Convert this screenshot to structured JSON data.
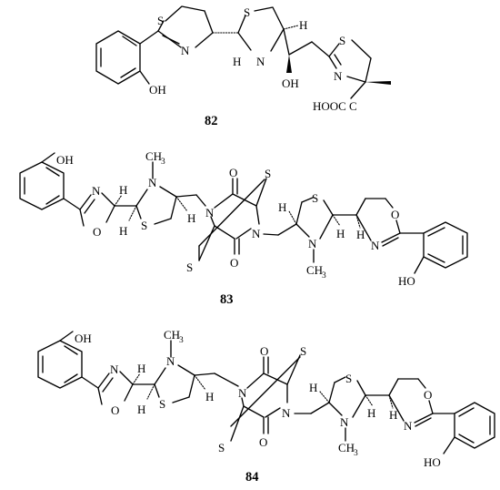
{
  "compounds": [
    {
      "label": "82",
      "atoms": {
        "s_thiazoline": "S",
        "n_thiazoline": "N",
        "s_thiazolidine": "S",
        "nh": "H",
        "nh_n": "N",
        "h_stereo": "H",
        "oh": "OH",
        "oh_phenol": "OH",
        "s_ring3": "S",
        "n_ring3": "N",
        "cooh": "HOOC"
      }
    },
    {
      "label": "83",
      "atoms": {
        "oh_phenol_left": "OH",
        "n_oxazoline_left": "N",
        "o_oxazoline_left": "O",
        "h1": "H",
        "h2": "H",
        "h3": "H",
        "n_methyl_left": "N",
        "ch3_left": "CH",
        "ch3_left_sub": "3",
        "s_thiazolidine_left": "S",
        "o_dkp_top": "O",
        "o_dkp_bottom": "O",
        "n_dkp_left": "N",
        "n_dkp_right": "N",
        "s_bridge_top": "S",
        "s_bridge_bottom": "S",
        "h4": "H",
        "h5": "H",
        "h6": "H",
        "s_thiazolidine_right": "S",
        "n_methyl_right": "N",
        "ch3_right": "CH",
        "ch3_right_sub": "3",
        "n_oxazoline_right": "N",
        "o_oxazoline_right": "O",
        "oh_phenol_right": "HO"
      }
    },
    {
      "label": "84",
      "atoms": {
        "oh_phenol_left": "OH",
        "n_oxazoline_left": "N",
        "o_oxazoline_left": "O",
        "h1": "H",
        "h2": "H",
        "h3": "H",
        "n_methyl_left": "N",
        "ch3_left": "CH",
        "ch3_left_sub": "3",
        "s_thiazolidine_left": "S",
        "o_dkp_top": "O",
        "o_dkp_bottom": "O",
        "n_dkp_left": "N",
        "n_dkp_right": "N",
        "s_bridge_top": "S",
        "s_bridge_bottom": "S",
        "h4": "H",
        "h5": "H",
        "h6": "H",
        "s_thiazolidine_right": "S",
        "n_methyl_right": "N",
        "ch3_right": "CH",
        "ch3_right_sub": "3",
        "n_oxazoline_right": "N",
        "o_oxazoline_right": "O",
        "oh_phenol_right": "HO"
      }
    }
  ]
}
